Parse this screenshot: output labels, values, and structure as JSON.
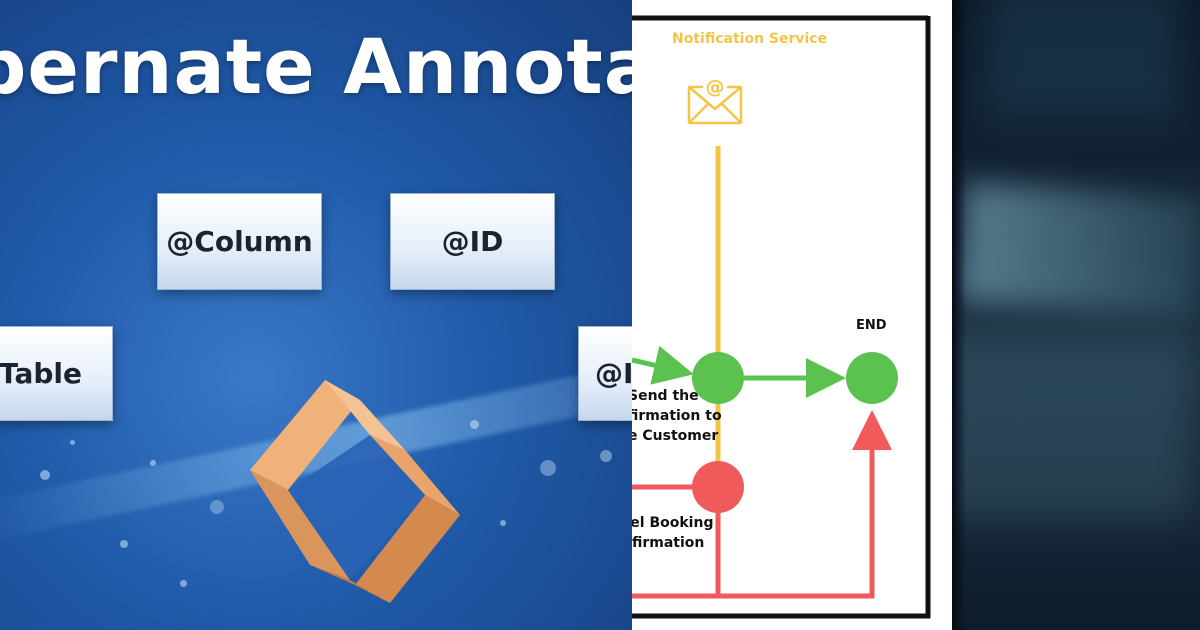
{
  "left_panel": {
    "title": "bernate Annotat",
    "tags": {
      "column": "@Column",
      "id": "@ID",
      "table": "@Table",
      "partial": "@I"
    }
  },
  "diagram": {
    "notification_label": "Notification Service",
    "end_label": "END",
    "send_label": [
      "Send the",
      "firmation to",
      "e Customer"
    ],
    "cancel_label": [
      "cel Booking",
      "nfirmation"
    ],
    "colors": {
      "yellow": "#f4c545",
      "green": "#5cc24f",
      "red": "#f05a5a",
      "border": "#111111"
    },
    "icons": [
      "email-icon"
    ]
  }
}
